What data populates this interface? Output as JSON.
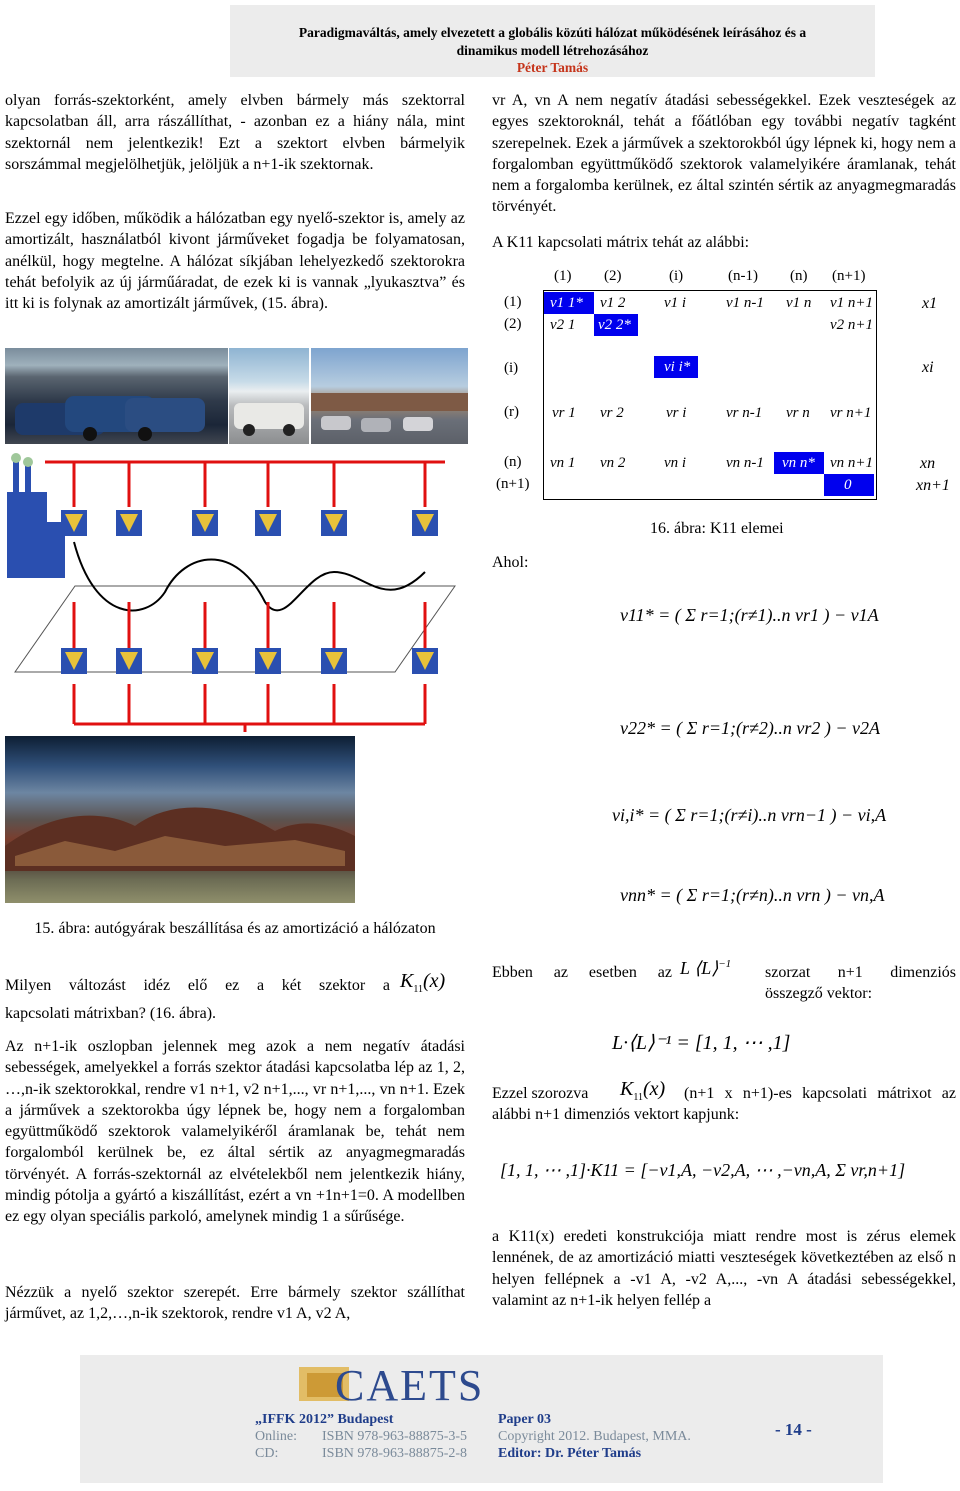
{
  "header": {
    "line1": "Paradigmaváltás, amely elvezetett a globális közúti hálózat működésének leírásához és a",
    "line2": "dinamikus modell létrehozásához",
    "author": "Péter Tamás"
  },
  "left": {
    "p1": "olyan forrás-szektorként, amely elvben bármely más szektorral kapcsolatban áll, arra rászállíthat, - azonban ez a hiány nála, mint szektornál nem jelentkezik! Ezt a szektort elvben bármelyik sorszámmal megjelölhetjük, jelöljük a n+1-ik szektornak.",
    "p2": "Ezzel egy időben, működik a hálózatban egy nyelő-szektor is, amely az amortizált, használatból kivont járműveket fogadja be folyamatosan, anélkül, hogy megtelne. A hálózat síkjában lehelyezkedő szektorokra tehát befolyik az új járműáradat, de ezek ki is vannak „lyukasztva” és itt ki is folynak az amortizált járművek, (15. ábra).",
    "caption15": "15. ábra: autógyárak beszállítása és az amortizáció a hálózaton",
    "q_text": "Milyen változást idéz elő ez a két szektor a",
    "q_formula": "K11(x)",
    "q_rest": "kapcsolati mátrixban? (16. ábra).",
    "p3": "Az n+1-ik oszlopban jelennek meg azok a nem negatív átadási sebességek, amelyekkel a forrás szektor átadási kapcsolatba lép az 1, 2, …,n-ik szektorokkal, rendre v1 n+1, v2 n+1,..., vr n+1,..., vn n+1. Ezek a járművek a szektorokba úgy lépnek be, hogy nem a forgalomban együttműködő szektorok valamelyikéről áramlanak be, tehát nem forgalomból kerülnek be, ez által sértik az anyagmegmaradás törvényét. A forrás-szektornál az elvételekből nem jelentkezik hiány, mindig pótolja a gyártó a kiszállítást, ezért a vn +1n+1=0. A modellben ez egy olyan speciális parkoló, amelynek mindig 1 a sűrűsége.",
    "p4": "Nézzük a nyelő szektor szerepét. Erre bármely szektor szállíthat járművet, az 1,2,…,n-ik szektorok, rendre v1 A, v2 A,"
  },
  "right": {
    "p1": "vr A, vn A nem negatív átadási sebességekkel. Ezek veszteségek az egyes szektoroknál, tehát a főátlóban egy további negatív tagként szerepelnek. Ezek a járművek a szektorokból úgy lépnek ki, hogy nem a forgalomban együttműködő szektorok valamelyikére áramlanak, tehát nem a forgalomba kerülnek, ez által szintén sértik az anyagmegmaradás törvényét.",
    "p2": "A K11 kapcsolati mátrix tehát az alábbi:",
    "caption16": "16. ábra: K11 elemei",
    "ahol": "Ahol:",
    "p3a": "Ebben az esetben az",
    "p3b": "szorzat n+1 dimenziós összegző vektor:",
    "p4a": "Ezzel szorozva",
    "p4b": "(n+1 x n+1)-es kapcsolati mátrixot az alábbi n+1 dimenziós vektort kapjunk:",
    "p5": "a K11(x) eredeti konstrukciója miatt rendre most is zérus elemek lennének, de az amortizáció miatti veszteségek következtében az első n helyen fellépnek a -v1 A, -v2 A,..., -vn A átadási sebességekkel, valamint az n+1-ik helyen fellép a"
  },
  "matrix": {
    "col_headers": [
      "(1)",
      "(2)",
      "(i)",
      "(n-1)",
      "(n)",
      "(n+1)"
    ],
    "row_headers": [
      "(1)",
      "(2)",
      "(i)",
      "(r)",
      "(n)",
      "(n+1)"
    ],
    "row1": [
      "v1 1*",
      "v1 2",
      "v1 i",
      "v1 n-1",
      "v1 n",
      "v1 n+1"
    ],
    "row2": [
      "v2 1",
      "v2 2*",
      "v2 n+1"
    ],
    "rowi": [
      "vi i*"
    ],
    "rowr": [
      "vr 1",
      "vr 2",
      "vr i",
      "vr n-1",
      "vr n",
      "vr n+1"
    ],
    "rown": [
      "vn 1",
      "vn 2",
      "vn i",
      "vn n-1",
      "vn n*",
      "vn n+1"
    ],
    "rownp1": [
      "0"
    ],
    "xvec": [
      "x1",
      "xi",
      "xn",
      "xn+1"
    ]
  },
  "formulas": {
    "f1": "v11* = ( Σ r=1;(r≠1)..n vr1 ) − v1A",
    "f2": "v22* = ( Σ r=1;(r≠2)..n vr2 ) − v2A",
    "f3": "vi,i* = ( Σ r=1;(r≠i)..n vrn−1 ) − vi,A",
    "f4": "vnn* = ( Σ r=1;(r≠n)..n vrn ) − vn,A",
    "f5": "L·⟨L⟩⁻¹ = [1, 1, ⋯ ,1]",
    "f6": "[1, 1, ⋯ ,1]·K11 = [−v1,A, −v2,A, ⋯ ,−vn,A, Σ vr,n+1]"
  },
  "footer": {
    "logo": "CAETS",
    "conf": "„IFFK 2012” Budapest",
    "online_label": "Online:",
    "online_isbn": "ISBN 978-963-88875-3-5",
    "cd_label": "CD:",
    "cd_isbn": "ISBN 978-963-88875-2-8",
    "paper": "Paper 03",
    "copyright": "Copyright 2012. Budapest, MMA.",
    "editor": "Editor: Dr. Péter Tamás",
    "page": "- 14 -"
  },
  "colors": {
    "highlight": "#0000ee",
    "footer_blue": "#1f3d8a",
    "name_red": "#c5341a"
  }
}
